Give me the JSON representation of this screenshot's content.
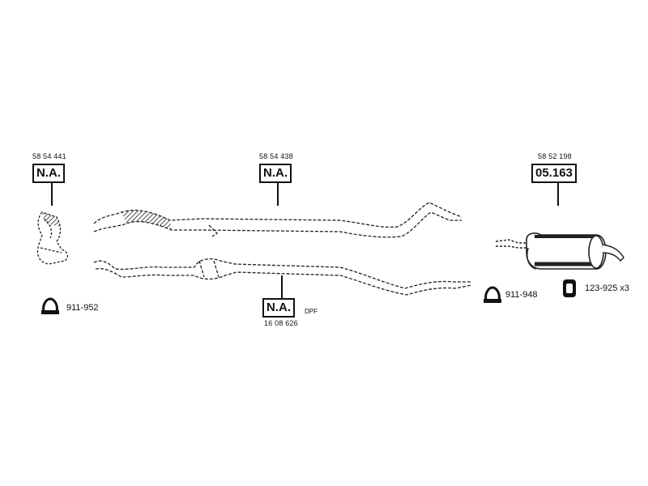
{
  "parts": {
    "front_pipe": {
      "ref": "58 54 441",
      "code": "N.A."
    },
    "middle_pipe": {
      "ref": "58 54 438",
      "code": "N.A."
    },
    "dpf_pipe": {
      "ref": "16 08 626",
      "code": "N.A.",
      "suffix": "DPF"
    },
    "rear_muffler": {
      "ref": "58 52 198",
      "code": "05.163"
    }
  },
  "accessories": {
    "clamp_left": "911-952",
    "clamp_right": "911-948",
    "hanger": "123-925 x3"
  },
  "icons": [
    "clamp-icon",
    "hanger-icon"
  ]
}
